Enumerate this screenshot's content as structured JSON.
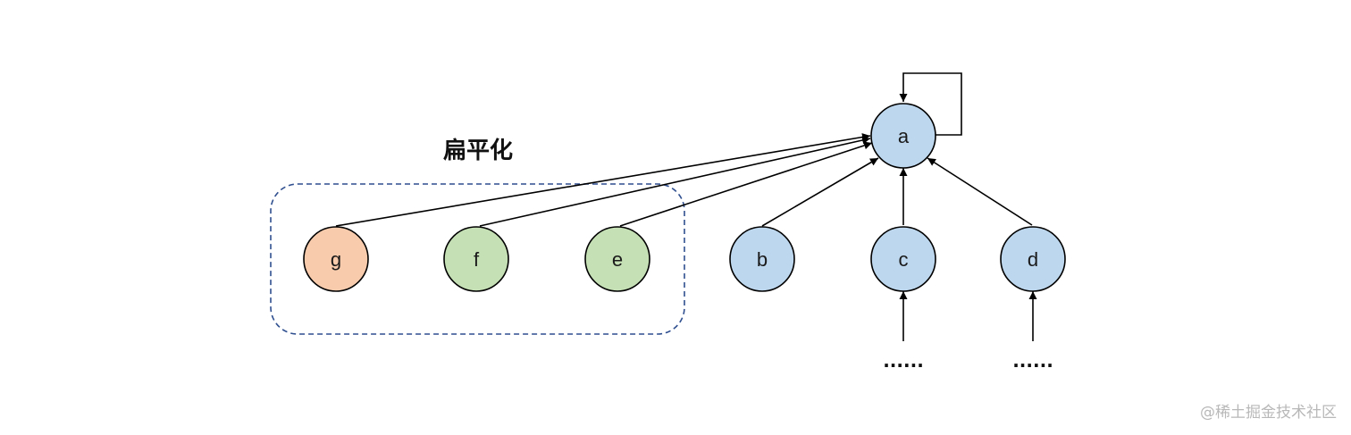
{
  "diagram": {
    "title": "扁平化",
    "continuation_text": "......",
    "watermark": "@稀土掘金技术社区",
    "colors": {
      "blue_node": "#bdd7ee",
      "green_node": "#c5e0b4",
      "orange_node": "#f8cbad",
      "node_stroke": "#000000",
      "edge": "#000000",
      "group_border": "#2f4f8f",
      "watermark": "#b8b8b8"
    },
    "nodes": [
      {
        "id": "a",
        "label": "a",
        "color": "blue"
      },
      {
        "id": "b",
        "label": "b",
        "color": "blue"
      },
      {
        "id": "c",
        "label": "c",
        "color": "blue"
      },
      {
        "id": "d",
        "label": "d",
        "color": "blue"
      },
      {
        "id": "e",
        "label": "e",
        "color": "green"
      },
      {
        "id": "f",
        "label": "f",
        "color": "green"
      },
      {
        "id": "g",
        "label": "g",
        "color": "orange"
      }
    ],
    "edges": [
      {
        "from": "a",
        "to": "a"
      },
      {
        "from": "b",
        "to": "a"
      },
      {
        "from": "c",
        "to": "a"
      },
      {
        "from": "d",
        "to": "a"
      },
      {
        "from": "e",
        "to": "a"
      },
      {
        "from": "f",
        "to": "a"
      },
      {
        "from": "g",
        "to": "a"
      },
      {
        "from": "continuation-c",
        "to": "c"
      },
      {
        "from": "continuation-d",
        "to": "d"
      }
    ],
    "flattened_group": [
      "g",
      "f",
      "e"
    ]
  }
}
